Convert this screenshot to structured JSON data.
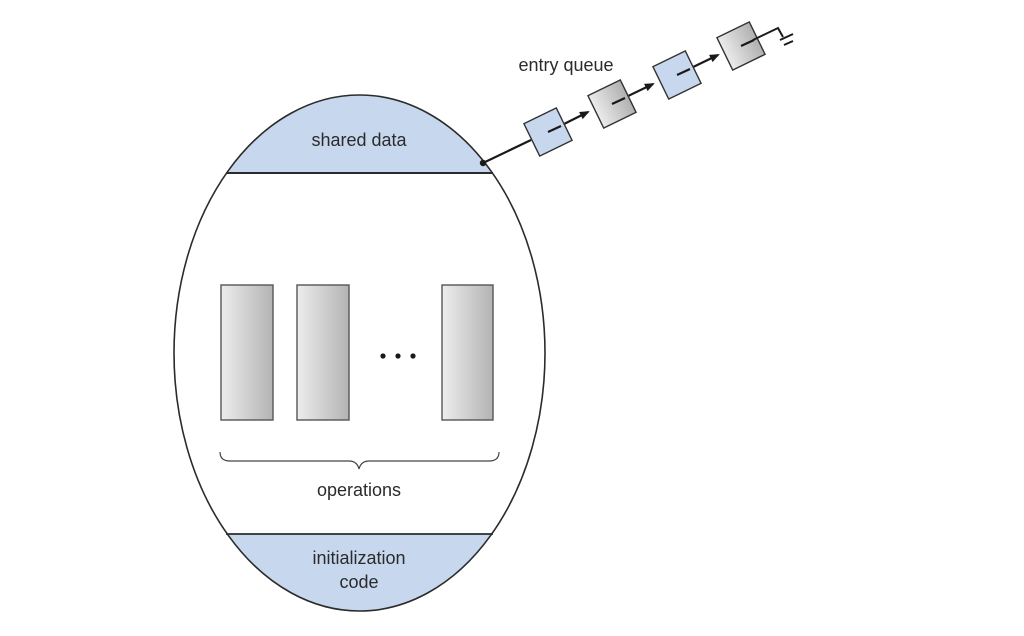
{
  "diagram": {
    "title": "Monitor structure",
    "labels": {
      "shared_data": "shared data",
      "entry_queue": "entry queue",
      "operations": "operations",
      "initialization_line1": "initialization",
      "initialization_line2": "code",
      "ellipsis": "• • •"
    },
    "operations_count_shown": 3,
    "queue": {
      "nodes": [
        {
          "kind": "process",
          "color": "#c7d8ee"
        },
        {
          "kind": "process",
          "color": "#c8c8c8"
        },
        {
          "kind": "process",
          "color": "#c7d8ee"
        },
        {
          "kind": "process",
          "color": "#c8c8c8"
        }
      ],
      "terminator": "ground-icon"
    },
    "colors": {
      "blue_fill": "#c7d8ee",
      "gray_light": "#ececec",
      "gray_dark": "#b4b4b4",
      "stroke": "#2b2b2b"
    }
  }
}
